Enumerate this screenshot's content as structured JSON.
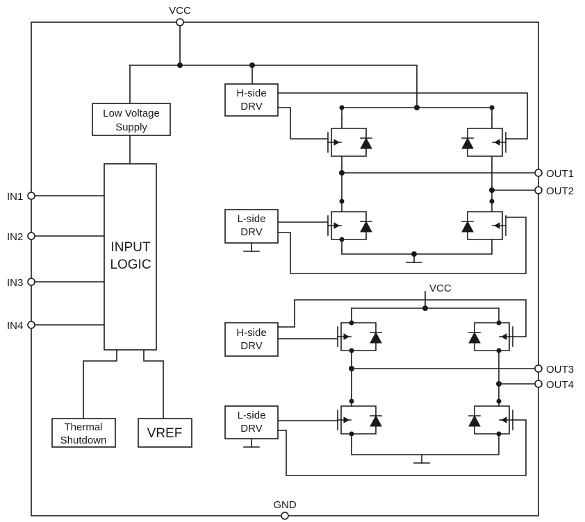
{
  "pins": {
    "vcc": "VCC",
    "gnd": "GND",
    "in1": "IN1",
    "in2": "IN2",
    "in3": "IN3",
    "in4": "IN4",
    "out1": "OUT1",
    "out2": "OUT2",
    "out3": "OUT3",
    "out4": "OUT4",
    "vcc2": "VCC"
  },
  "blocks": {
    "low_voltage_supply": [
      "Low Voltage",
      "Supply"
    ],
    "input_logic": [
      "INPUT",
      "LOGIC"
    ],
    "thermal_shutdown": [
      "Thermal",
      "Shutdown"
    ],
    "vref": "VREF",
    "hside_drv_1": [
      "H-side",
      "DRV"
    ],
    "lside_drv_1": [
      "L-side",
      "DRV"
    ],
    "hside_drv_2": [
      "H-side",
      "DRV"
    ],
    "lside_drv_2": [
      "L-side",
      "DRV"
    ]
  }
}
